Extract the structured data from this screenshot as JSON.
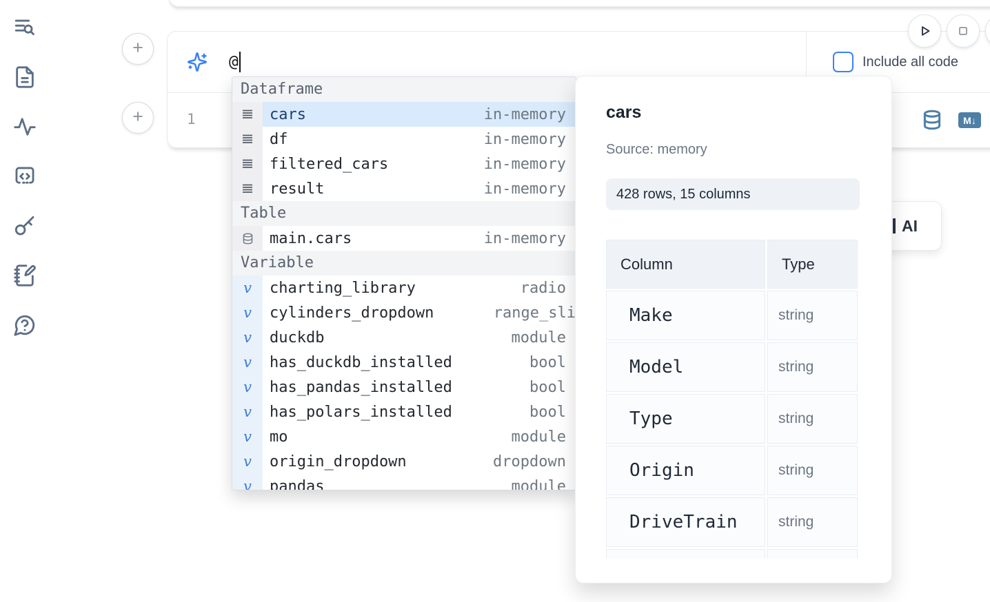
{
  "colors": {
    "accent_blue": "#3b82f6",
    "steel_blue": "#4e80a7",
    "selected_row_bg": "#d8eafc",
    "section_header_bg": "#f3f4f6"
  },
  "sidebar": {
    "items": [
      {
        "icon": "list-search-icon"
      },
      {
        "icon": "file-text-icon"
      },
      {
        "icon": "activity-icon"
      },
      {
        "icon": "code-square-icon"
      },
      {
        "icon": "key-icon"
      },
      {
        "icon": "notebook-pen-icon"
      },
      {
        "icon": "help-circle-icon"
      }
    ]
  },
  "toolbar": {
    "buttons": [
      {
        "icon": "play-icon"
      },
      {
        "icon": "stop-icon"
      }
    ]
  },
  "prompt": {
    "value": "@",
    "include_all_code": {
      "label": "Include all code",
      "checked": false
    }
  },
  "cell": {
    "line_number": "1",
    "markdown_badge": "M↓"
  },
  "completion": {
    "rows": [
      {
        "kind": "header",
        "label": "Dataframe"
      },
      {
        "kind": "item",
        "icon": "dataframe-icon",
        "name": "cars",
        "detail": "in-memory",
        "selected": true
      },
      {
        "kind": "item",
        "icon": "dataframe-icon",
        "name": "df",
        "detail": "in-memory"
      },
      {
        "kind": "item",
        "icon": "dataframe-icon",
        "name": "filtered_cars",
        "detail": "in-memory"
      },
      {
        "kind": "item",
        "icon": "dataframe-icon",
        "name": "result",
        "detail": "in-memory"
      },
      {
        "kind": "header",
        "label": "Table"
      },
      {
        "kind": "item",
        "icon": "table-icon",
        "name": "main.cars",
        "detail": "in-memory"
      },
      {
        "kind": "header",
        "label": "Variable"
      },
      {
        "kind": "item",
        "icon": "variable-icon",
        "name": "charting_library",
        "detail": "radio"
      },
      {
        "kind": "item",
        "icon": "variable-icon",
        "name": "cylinders_dropdown",
        "detail": "range_sli",
        "edge": true
      },
      {
        "kind": "item",
        "icon": "variable-icon",
        "name": "duckdb",
        "detail": "module"
      },
      {
        "kind": "item",
        "icon": "variable-icon",
        "name": "has_duckdb_installed",
        "detail": "bool"
      },
      {
        "kind": "item",
        "icon": "variable-icon",
        "name": "has_pandas_installed",
        "detail": "bool"
      },
      {
        "kind": "item",
        "icon": "variable-icon",
        "name": "has_polars_installed",
        "detail": "bool"
      },
      {
        "kind": "item",
        "icon": "variable-icon",
        "name": "mo",
        "detail": "module"
      },
      {
        "kind": "item",
        "icon": "variable-icon",
        "name": "origin_dropdown",
        "detail": "dropdown"
      },
      {
        "kind": "item",
        "icon": "variable-icon",
        "name": "pandas",
        "detail": "module",
        "partial": true
      }
    ]
  },
  "popup": {
    "title": "cars",
    "source": "Source: memory",
    "stats": "428 rows, 15 columns",
    "table": {
      "headers": [
        "Column",
        "Type"
      ],
      "rows": [
        [
          "Make",
          "string"
        ],
        [
          "Model",
          "string"
        ],
        [
          "Type",
          "string"
        ],
        [
          "Origin",
          "string"
        ],
        [
          "DriveTrain",
          "string"
        ],
        [
          "",
          ""
        ]
      ]
    }
  },
  "ai_button": {
    "label": "AI"
  }
}
